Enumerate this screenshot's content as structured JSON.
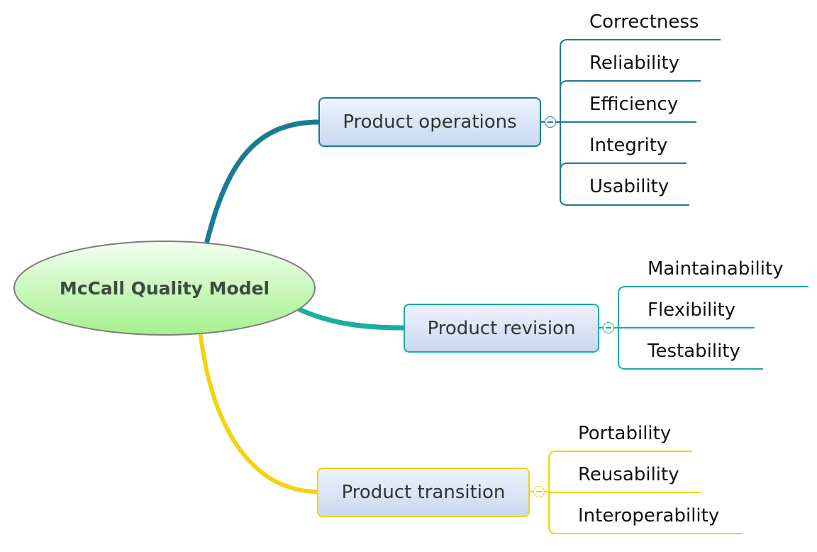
{
  "root": {
    "label": "McCall Quality Model"
  },
  "branches": [
    {
      "label": "Product operations",
      "color": "#1b7b93",
      "children": [
        "Correctness",
        "Reliability",
        "Efficiency",
        "Integrity",
        "Usability"
      ]
    },
    {
      "label": "Product revision",
      "color": "#19aea3",
      "children": [
        "Maintainability",
        "Flexibility",
        "Testability"
      ]
    },
    {
      "label": "Product transition",
      "color": "#f5d20f",
      "children": [
        "Portability",
        "Reusability",
        "Interoperability"
      ]
    }
  ],
  "collapse_icon": "minus-circle-icon"
}
